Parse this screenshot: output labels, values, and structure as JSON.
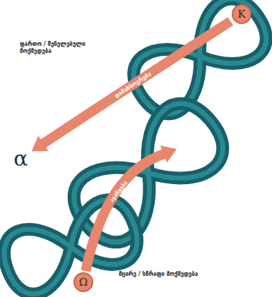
{
  "diagram": {
    "nodes": [
      {
        "text": [
          "K"
        ]
      },
      {
        "text": [
          "α"
        ]
      },
      {
        "text": [
          "K"
        ]
      },
      {
        "text": [
          "Ω"
        ]
      }
    ],
    "edges": [
      {
        "from": 0,
        "to": 1,
        "arrow": "to",
        "label": "დამახსოვრება"
      },
      {
        "from": 3,
        "to": 2,
        "arrow": "to",
        "label": "აჯანყება"
      }
    ],
    "labels": [
      "ფართო / შენელებული მოქმედება",
      "მცირე / სწრაფი მოქმედება"
    ]
  }
}
